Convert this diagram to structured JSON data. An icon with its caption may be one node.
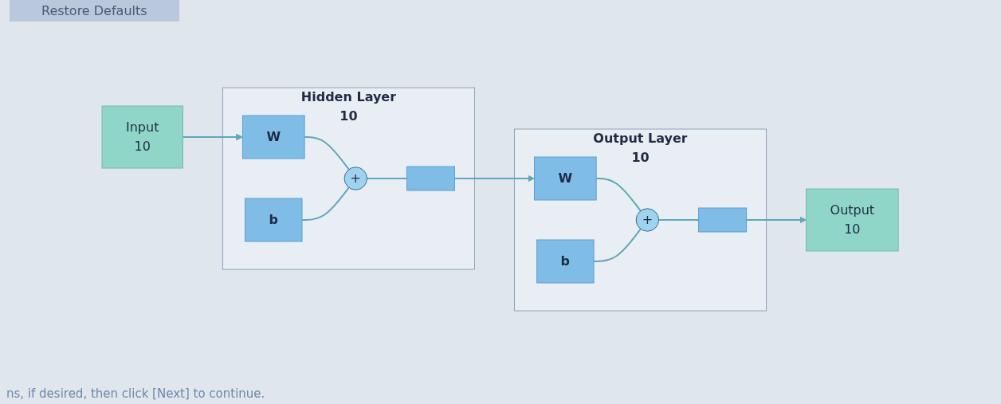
{
  "diagram": {
    "nodes": [
      {
        "text": [
          "Input",
          "10"
        ]
      },
      {
        "text": [
          "Hidden Layer"
        ],
        "beside": [
          "10"
        ]
      },
      {
        "text": [
          "W"
        ],
        "in": 1
      },
      {
        "text": [
          "b"
        ],
        "in": 1
      },
      {
        "text": [
          "+"
        ],
        "in": 1
      },
      {
        "text": [],
        "shape": "box",
        "in": 1
      },
      {
        "text": [
          "Output Layer"
        ],
        "beside": [
          "10"
        ]
      },
      {
        "text": [
          "W"
        ],
        "in": 6
      },
      {
        "text": [
          "b"
        ],
        "in": 6
      },
      {
        "text": [
          "+"
        ],
        "in": 6
      },
      {
        "text": [],
        "shape": "box",
        "in": 6
      },
      {
        "text": [
          "Output",
          "10"
        ]
      }
    ],
    "edges": [
      {
        "from": 0,
        "to": 2,
        "arrow": "to"
      },
      {
        "from": 2,
        "to": 4,
        "arrow": "none"
      },
      {
        "from": 3,
        "to": 4,
        "arrow": "none"
      },
      {
        "from": 4,
        "to": 5,
        "arrow": "none"
      },
      {
        "from": 5,
        "to": 7,
        "arrow": "to"
      },
      {
        "from": 7,
        "to": 9,
        "arrow": "none"
      },
      {
        "from": 8,
        "to": 9,
        "arrow": "none"
      },
      {
        "from": 9,
        "to": 10,
        "arrow": "none"
      },
      {
        "from": 10,
        "to": 11,
        "arrow": "to"
      }
    ],
    "labels": [
      "Restore Defaults",
      "ns, if desired, then click [Next] to continue."
    ]
  }
}
